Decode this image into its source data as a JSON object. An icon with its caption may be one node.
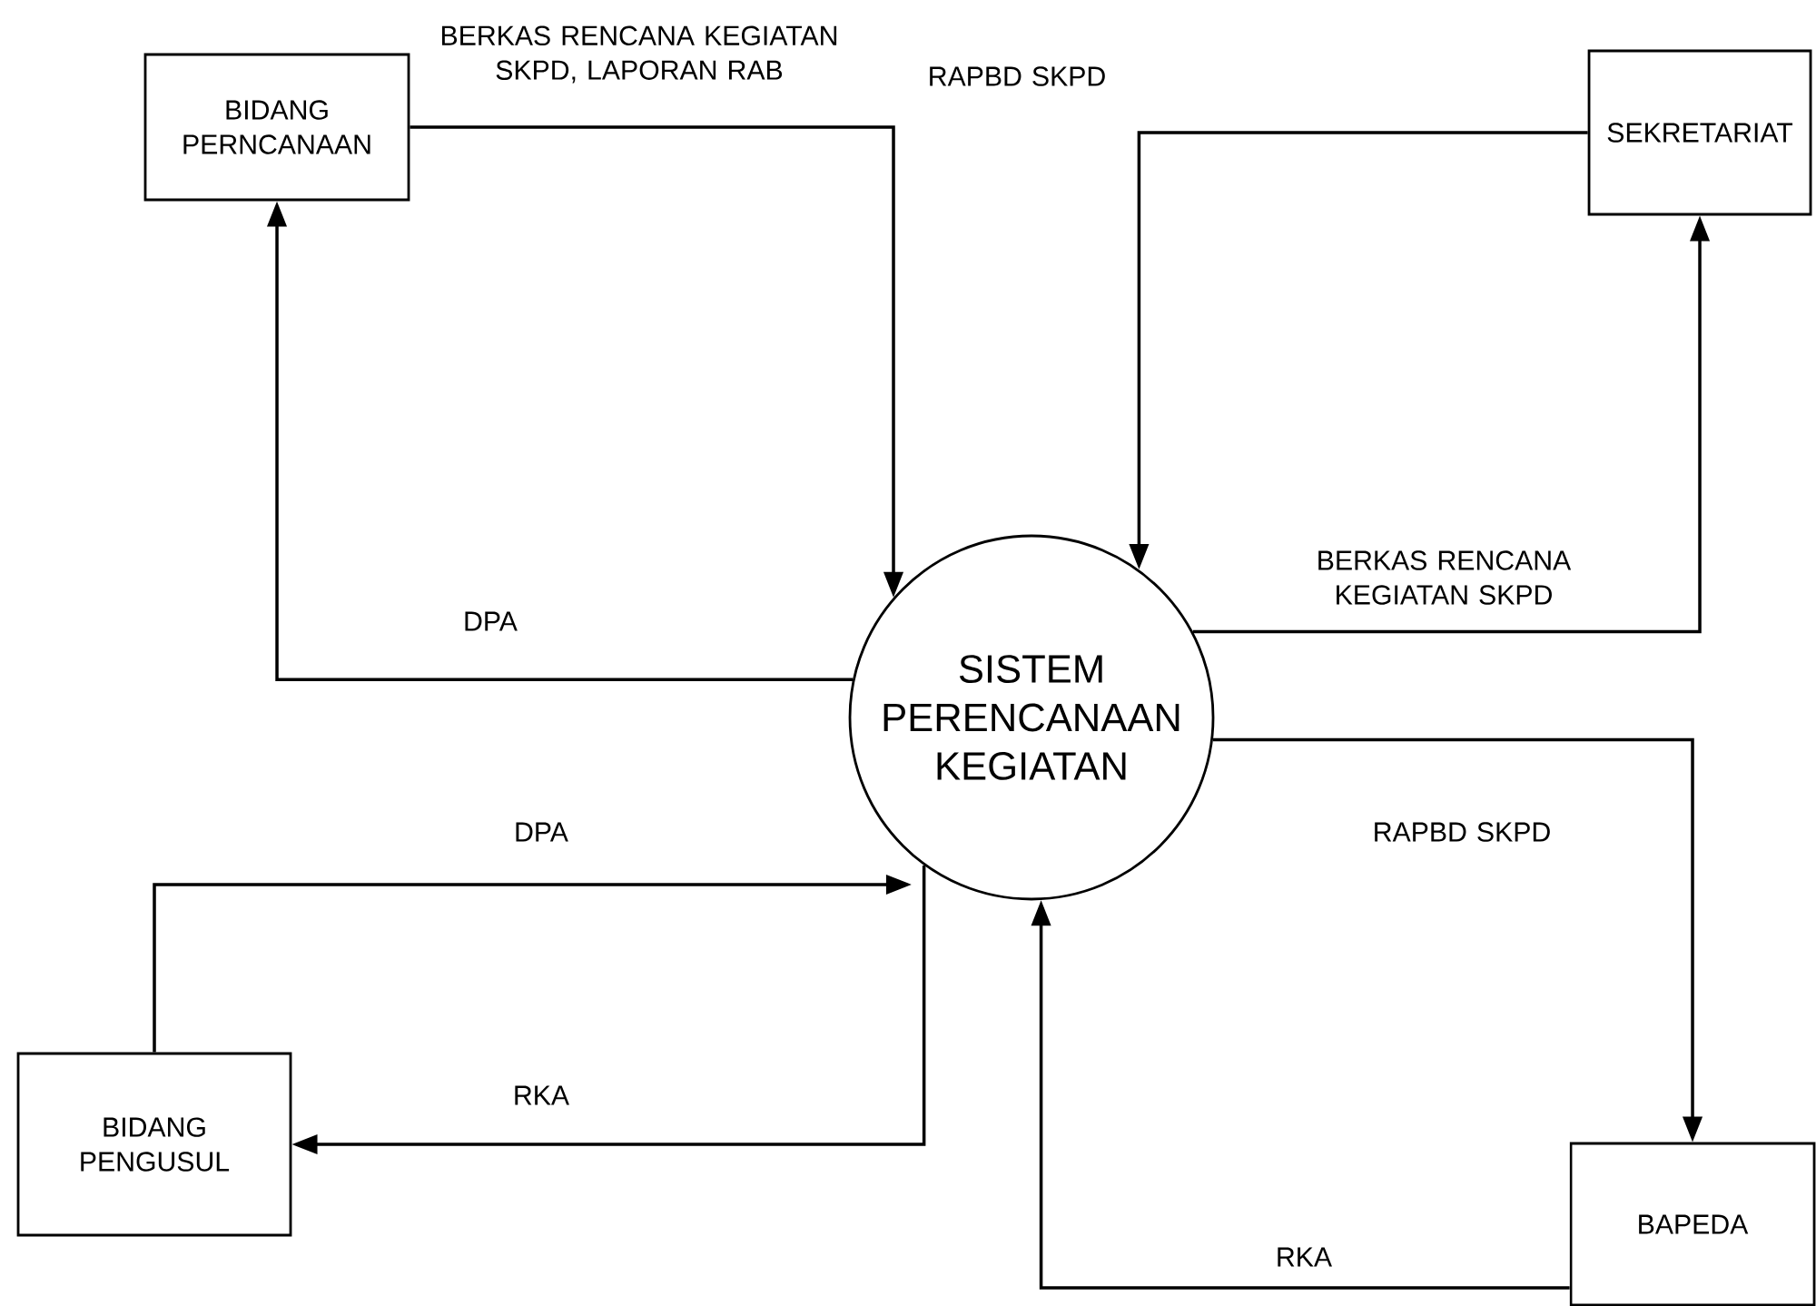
{
  "diagram": {
    "nodes": [
      {
        "text": [
          "BIDANG PERNCANAAN"
        ]
      },
      {
        "text": [
          "SEKRETARIAT"
        ]
      },
      {
        "text": [
          "SISTEM PERENCANAAN KEGIATAN"
        ]
      },
      {
        "text": [
          "BIDANG PENGUSUL"
        ]
      },
      {
        "text": [
          "BAPEDA"
        ]
      }
    ],
    "edges": [
      {
        "from": 0,
        "to": 2,
        "arrow": "to",
        "label": "BERKAS RENCANA KEGIATAN SKPD, LAPORAN RAB"
      },
      {
        "from": 2,
        "to": 0,
        "arrow": "to",
        "label": "DPA"
      },
      {
        "from": 1,
        "to": 2,
        "arrow": "to",
        "label": "RAPBD SKPD"
      },
      {
        "from": 2,
        "to": 1,
        "arrow": "to",
        "label": "BERKAS RENCANA KEGIATAN SKPD"
      },
      {
        "from": 2,
        "to": 4,
        "arrow": "to",
        "label": "RAPBD SKPD"
      },
      {
        "from": 4,
        "to": 2,
        "arrow": "to",
        "label": "RKA"
      },
      {
        "from": 3,
        "to": 2,
        "arrow": "to",
        "label": "DPA"
      },
      {
        "from": 2,
        "to": 3,
        "arrow": "to",
        "label": "RKA"
      }
    ]
  }
}
